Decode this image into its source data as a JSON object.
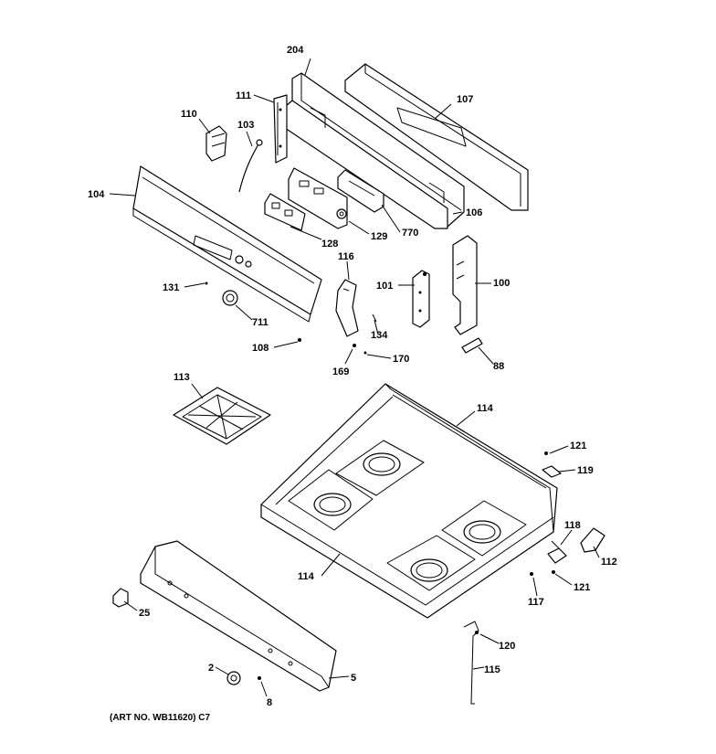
{
  "caption": "(ART NO. WB11620) C7",
  "callouts": {
    "p204": "204",
    "p107": "107",
    "p111": "111",
    "p110": "110",
    "p103": "103",
    "p104": "104",
    "p106": "106",
    "p128": "128",
    "p129": "129",
    "p770": "770",
    "p116": "116",
    "p101": "101",
    "p100": "100",
    "p131": "131",
    "p711": "711",
    "p134": "134",
    "p108": "108",
    "p170": "170",
    "p169": "169",
    "p88": "88",
    "p113": "113",
    "p114a": "114",
    "p114b": "114",
    "p121a": "121",
    "p119": "119",
    "p118": "118",
    "p112": "112",
    "p121b": "121",
    "p117": "117",
    "p25": "25",
    "p120": "120",
    "p115": "115",
    "p2": "2",
    "p5": "5",
    "p8": "8"
  }
}
